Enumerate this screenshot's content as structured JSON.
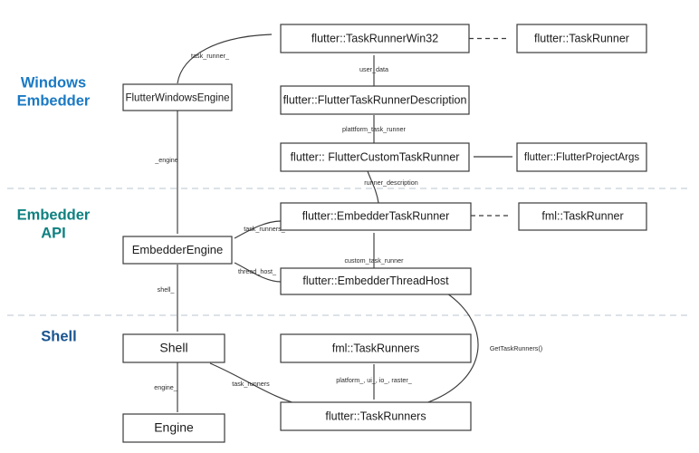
{
  "diagram": {
    "title": "Flutter Windows Embedder task runner class relationships",
    "background": "#ffffff",
    "bands": [
      {
        "id": "windows-embedder",
        "label_line1": "Windows",
        "label_line2": "Embedder",
        "color": "#1a79c4"
      },
      {
        "id": "embedder-api",
        "label_line1": "Embedder",
        "label_line2": "API",
        "color": "#0f8080"
      },
      {
        "id": "shell",
        "label_line1": "Shell",
        "label_line2": "",
        "color": "#1a5490"
      }
    ],
    "nodes": [
      {
        "id": "flutter-windows-engine",
        "label": "FlutterWindowsEngine",
        "band": "windows-embedder"
      },
      {
        "id": "flutter-task-runner-win32",
        "label": "flutter::TaskRunnerWin32",
        "band": "windows-embedder"
      },
      {
        "id": "flutter-task-runner",
        "label": "flutter::TaskRunner",
        "band": "windows-embedder"
      },
      {
        "id": "flutter-flutter-task-runner-description",
        "label": "flutter::FlutterTaskRunnerDescription",
        "band": "windows-embedder"
      },
      {
        "id": "flutter-flutter-custom-task-runner",
        "label": "flutter:: FlutterCustomTaskRunner",
        "band": "windows-embedder"
      },
      {
        "id": "flutter-flutter-project-args",
        "label": "flutter::FlutterProjectArgs",
        "band": "windows-embedder"
      },
      {
        "id": "embedder-engine",
        "label": "EmbedderEngine",
        "band": "embedder-api"
      },
      {
        "id": "flutter-embedder-task-runner",
        "label": "flutter::EmbedderTaskRunner",
        "band": "embedder-api"
      },
      {
        "id": "fml-task-runner",
        "label": "fml::TaskRunner",
        "band": "embedder-api"
      },
      {
        "id": "flutter-embedder-thread-host",
        "label": "flutter::EmbedderThreadHost",
        "band": "embedder-api"
      },
      {
        "id": "shell",
        "label": "Shell",
        "band": "shell"
      },
      {
        "id": "engine",
        "label": "Engine",
        "band": "shell"
      },
      {
        "id": "fml-task-runners",
        "label": "fml::TaskRunners",
        "band": "shell"
      },
      {
        "id": "flutter-task-runners",
        "label": "flutter::TaskRunners",
        "band": "shell"
      }
    ],
    "edges": [
      {
        "id": "e-task-runner",
        "label": "task_runner_",
        "from": "flutter-windows-engine",
        "to": "flutter-task-runner-win32",
        "style": "solid"
      },
      {
        "id": "e-win32-impl",
        "label": "",
        "from": "flutter-task-runner-win32",
        "to": "flutter-task-runner",
        "style": "dashed"
      },
      {
        "id": "e-user-data",
        "label": "user_data",
        "from": "flutter-flutter-task-runner-description",
        "to": "flutter-task-runner-win32",
        "style": "solid"
      },
      {
        "id": "e-plattform-task-runner",
        "label": "plattform_task_runner",
        "from": "flutter-flutter-custom-task-runner",
        "to": "flutter-flutter-task-runner-description",
        "style": "solid"
      },
      {
        "id": "e-project-args",
        "label": "",
        "from": "flutter-flutter-project-args",
        "to": "flutter-flutter-custom-task-runner",
        "style": "solid"
      },
      {
        "id": "e-runner-description",
        "label": "runner_description",
        "from": "flutter-embedder-task-runner",
        "to": "flutter-flutter-custom-task-runner",
        "style": "solid"
      },
      {
        "id": "e-engine",
        "label": "_engine",
        "from": "flutter-windows-engine",
        "to": "embedder-engine",
        "style": "solid"
      },
      {
        "id": "e-task-runners-embedder",
        "label": "task_runners_",
        "from": "flutter-embedder-task-runner",
        "to": "embedder-engine",
        "style": "solid"
      },
      {
        "id": "e-thread-host",
        "label": "thread_host_",
        "from": "flutter-embedder-thread-host",
        "to": "embedder-engine",
        "style": "solid"
      },
      {
        "id": "e-embedder-impl",
        "label": "",
        "from": "flutter-embedder-task-runner",
        "to": "fml-task-runner",
        "style": "dashed"
      },
      {
        "id": "e-custom-task-runner",
        "label": "custom_task_runner",
        "from": "flutter-embedder-thread-host",
        "to": "flutter-embedder-task-runner",
        "style": "solid"
      },
      {
        "id": "e-shell",
        "label": "shell_",
        "from": "embedder-engine",
        "to": "shell",
        "style": "solid"
      },
      {
        "id": "e-engine-ref",
        "label": "engine_",
        "from": "shell",
        "to": "engine",
        "style": "solid"
      },
      {
        "id": "e-task-runners-shell",
        "label": "task_runners",
        "from": "shell",
        "to": "flutter-task-runners",
        "style": "solid"
      },
      {
        "id": "e-platform-ui-io-raster",
        "label": "platform_, ui_, io_, raster_",
        "from": "flutter-task-runners",
        "to": "fml-task-runners",
        "style": "solid"
      },
      {
        "id": "e-get-task-runners",
        "label": "GetTaskRunners()",
        "from": "flutter-task-runners",
        "to": "flutter-embedder-thread-host",
        "style": "solid"
      }
    ]
  }
}
